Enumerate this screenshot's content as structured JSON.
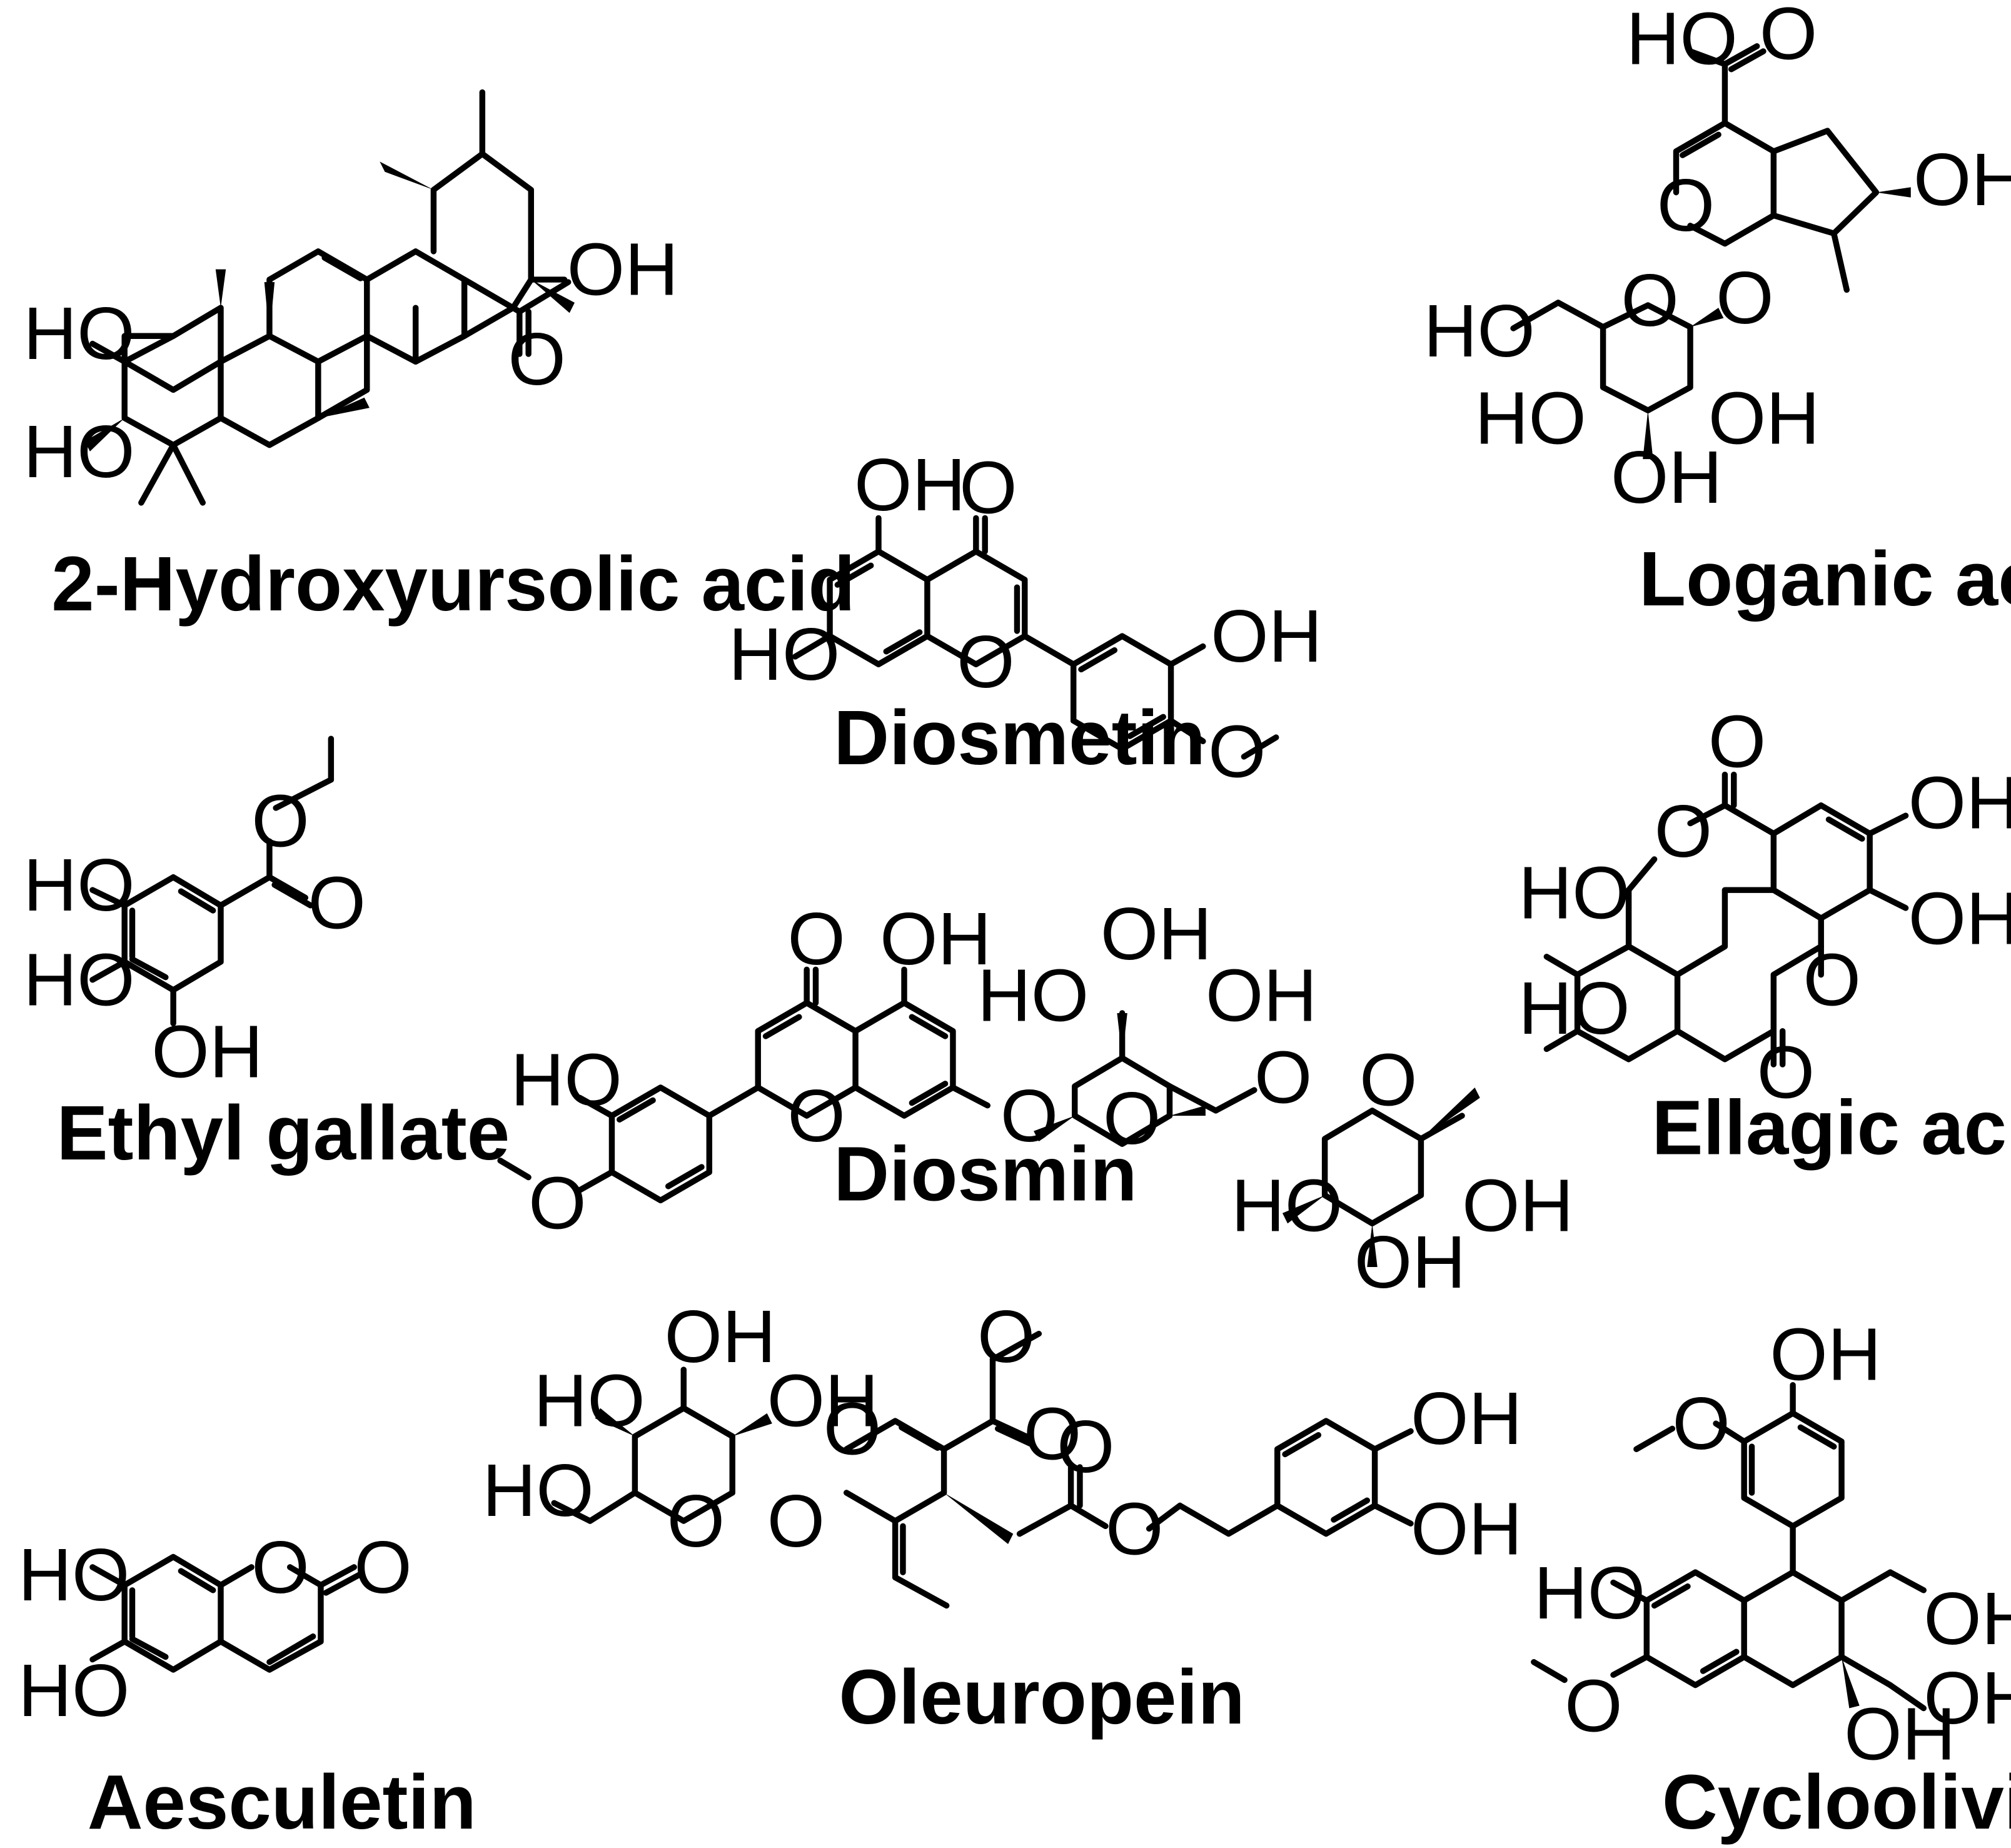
{
  "compounds": [
    {
      "name": "2-Hydroxyursolic acid",
      "atoms": {
        "ho_upper": "HO",
        "ho_lower": "HO",
        "cooh_oh": "OH",
        "cooh_o": "O"
      }
    },
    {
      "name": "Loganic acid",
      "atoms": {
        "cooh_ho": "HO",
        "cooh_o": "O",
        "ring_o": "O",
        "oh_cp": "OH",
        "glyc_o": "O",
        "sugar_o": "O",
        "ho_ch2": "HO",
        "ho_left": "HO",
        "oh_right": "OH",
        "oh_bottom": "OH"
      }
    },
    {
      "name": "Diosmetin",
      "atoms": {
        "oh5": "OH",
        "keto": "O",
        "ho7": "HO",
        "ring_o": "O",
        "oh3p": "OH",
        "ome_o": "O"
      }
    },
    {
      "name": "Ethyl gallate",
      "atoms": {
        "ester_o": "O",
        "carbonyl_o": "O",
        "ho_top": "HO",
        "ho_mid": "HO",
        "oh_bottom": "OH"
      }
    },
    {
      "name": "Ellagic acid",
      "atoms": {
        "o_top": "O",
        "o_ring_top": "O",
        "oh_r1": "OH",
        "oh_r2": "OH",
        "ho_l1": "HO",
        "ho_l2": "HO",
        "o_ring_bottom": "O",
        "o_bottom": "O"
      }
    },
    {
      "name": "Diosmin",
      "atoms": {
        "keto": "O",
        "oh5": "OH",
        "ho3p": "HO",
        "ome_o": "O",
        "ring_o": "O",
        "glyc_o": "O",
        "glc_o": "O",
        "oh_top": "OH",
        "ho_glc": "HO",
        "oh_glc": "OH",
        "link_o": "O",
        "rha_o": "O",
        "ho_rha": "HO",
        "oh_rha": "OH",
        "oh_rha_bottom": "OH"
      }
    },
    {
      "name": "Oleuropein",
      "atoms": {
        "oh_top": "OH",
        "ho_left": "HO",
        "oh_right": "OH",
        "ho_ch2": "HO",
        "sugar_o": "O",
        "glyc_o": "O",
        "pyran_o": "O",
        "ester_o1": "O",
        "ester_o2": "O",
        "carbonyl_o1": "O",
        "carbonyl_o2": "O",
        "oh_cat1": "OH",
        "oh_cat2": "OH"
      }
    },
    {
      "name": "Aesculetin",
      "atoms": {
        "ho_top": "HO",
        "ho_bottom": "HO",
        "ring_o": "O",
        "carbonyl_o": "O"
      }
    },
    {
      "name": "Cycloolivil",
      "atoms": {
        "oh_top": "OH",
        "ome_top": "O",
        "ho_ar": "HO",
        "ome_ar": "O",
        "oh_ch2a": "OH",
        "oh_ch2b": "OH",
        "oh_tert": "OH"
      }
    }
  ]
}
